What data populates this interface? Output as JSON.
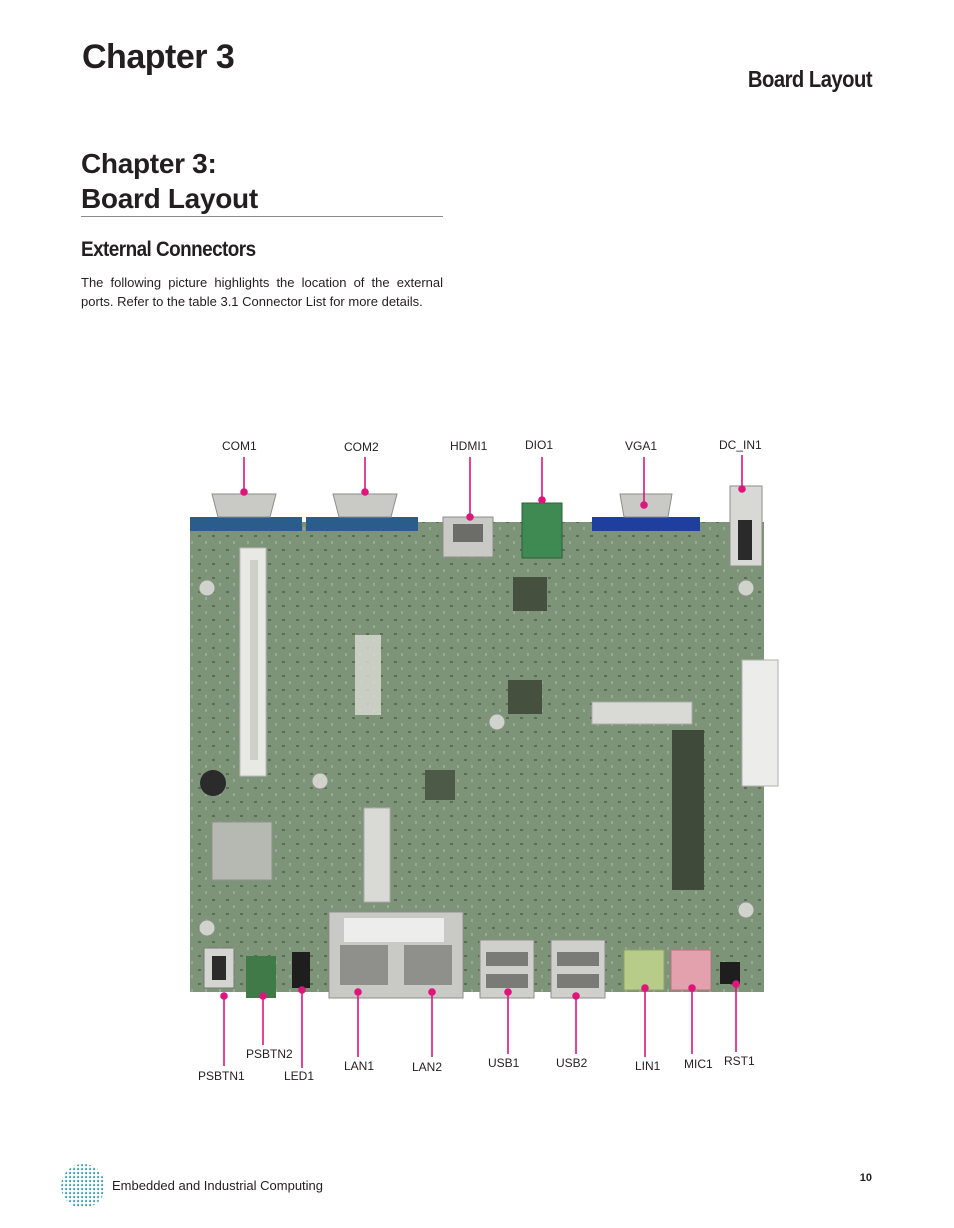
{
  "header": {
    "chapter": "Chapter 3",
    "title": "Board Layout"
  },
  "section": {
    "title_line1": "Chapter 3:",
    "title_line2": "Board Layout",
    "subtitle": "External Connectors",
    "body": "The following picture highlights the location of the external ports.  Refer to the table 3.1 Connector List for more details."
  },
  "figure": {
    "top_labels": [
      "COM1",
      "COM2",
      "HDMI1",
      "DIO1",
      "VGA1",
      "DC_IN1"
    ],
    "bottom_labels": [
      "PSBTN2",
      "PSBTN1",
      "LED1",
      "LAN1",
      "LAN2",
      "USB1",
      "USB2",
      "LIN1",
      "MIC1",
      "RST1"
    ],
    "colors": {
      "pcb": "#7d9478",
      "pcb_dark": "#55694f",
      "leader": "#e0147d",
      "com_blue": "#2a5d8c",
      "vga_blue": "#1f3f9e",
      "dio_green": "#3f8a52",
      "lin_green": "#b8cc8a",
      "mic_pink": "#e3a0ad",
      "metal": "#c9c9c6"
    }
  },
  "footer": {
    "text": "Embedded and Industrial Computing",
    "page": "10"
  }
}
